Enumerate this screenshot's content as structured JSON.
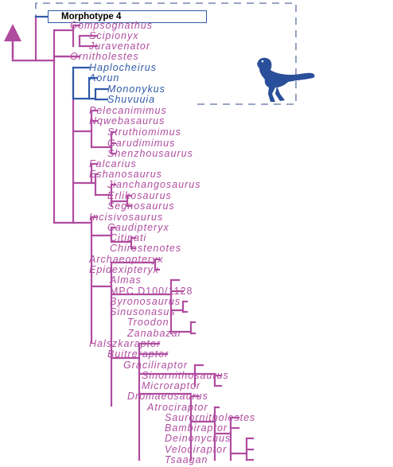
{
  "legend": {
    "label": "Morphotype 4"
  },
  "colors": {
    "default_branch": "#b04ca0",
    "highlight_branch": "#2f5aa8",
    "dashed_box": "#5a6fa0"
  },
  "icons": {
    "arrow": "up-arrow-icon",
    "silhouette": "dinosaur-silhouette-icon"
  },
  "taxa": [
    {
      "name": "Compsognathus",
      "color": "pink"
    },
    {
      "name": "Scipionyx",
      "color": "pink"
    },
    {
      "name": "Juravenator",
      "color": "pink"
    },
    {
      "name": "Ornitholestes",
      "color": "pink"
    },
    {
      "name": "Haplocheirus",
      "color": "blue"
    },
    {
      "name": "Aorun",
      "color": "blue"
    },
    {
      "name": "Mononykus",
      "color": "blue"
    },
    {
      "name": "Shuvuuia",
      "color": "blue"
    },
    {
      "name": "Pelecanimimus",
      "color": "pink"
    },
    {
      "name": "Nqwebasaurus",
      "color": "pink"
    },
    {
      "name": "Struthiomimus",
      "color": "pink"
    },
    {
      "name": "Garudimimus",
      "color": "pink"
    },
    {
      "name": "Shenzhousaurus",
      "color": "pink"
    },
    {
      "name": "Falcarius",
      "color": "pink"
    },
    {
      "name": "Eshanosaurus",
      "color": "pink"
    },
    {
      "name": "Jianchangosaurus",
      "color": "pink"
    },
    {
      "name": "Erlikosaurus",
      "color": "pink"
    },
    {
      "name": "Segnosaurus",
      "color": "pink"
    },
    {
      "name": "Incisivosaurus",
      "color": "pink"
    },
    {
      "name": "Caudipteryx",
      "color": "pink"
    },
    {
      "name": "Citipati",
      "color": "pink"
    },
    {
      "name": "Chirostenotes",
      "color": "pink"
    },
    {
      "name": "Archaeopteryx",
      "color": "pink"
    },
    {
      "name": "Epidexipteryx",
      "color": "pink"
    },
    {
      "name": "Almas",
      "color": "pink"
    },
    {
      "name": "MPC D100/1128",
      "color": "pink",
      "upright": true
    },
    {
      "name": "Byronosaurus",
      "color": "pink"
    },
    {
      "name": "Sinusonasus",
      "color": "pink"
    },
    {
      "name": "Troodon",
      "color": "pink"
    },
    {
      "name": "Zanabazar",
      "color": "pink"
    },
    {
      "name": "Halszkaraptor",
      "color": "pink"
    },
    {
      "name": "Buitreraptor",
      "color": "pink"
    },
    {
      "name": "Graciliraptor",
      "color": "pink"
    },
    {
      "name": "Sinornithosaurus",
      "color": "pink"
    },
    {
      "name": "Microraptor",
      "color": "pink"
    },
    {
      "name": "Dromaeosaurus",
      "color": "pink"
    },
    {
      "name": "Atrociraptor",
      "color": "pink"
    },
    {
      "name": "Saurornitholestes",
      "color": "pink"
    },
    {
      "name": "Bambiraptor",
      "color": "pink"
    },
    {
      "name": "Deinonychus",
      "color": "pink"
    },
    {
      "name": "Velociraptor",
      "color": "pink"
    },
    {
      "name": "Tsaagan",
      "color": "pink"
    }
  ]
}
